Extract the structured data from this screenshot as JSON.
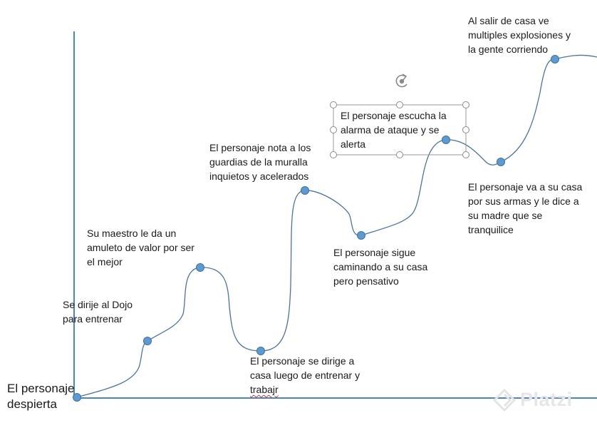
{
  "diagram": {
    "start_label": [
      "El personaje",
      "despierta"
    ],
    "events": [
      {
        "lines": [
          "Se dirije al Dojo",
          "para entrenar"
        ]
      },
      {
        "lines": [
          "Su maestro le da un",
          "amuleto de valor por ser",
          "el mejor"
        ]
      },
      {
        "lines": [
          "El personaje se dirige a",
          "casa luego de entrenar y",
          "trabajr"
        ]
      },
      {
        "lines": [
          "El personaje nota a los",
          "guardias de la muralla",
          "inquietos y acelerados"
        ]
      },
      {
        "lines": [
          "El personaje sigue",
          "caminando a su casa",
          "pero pensativo"
        ]
      },
      {
        "lines": [
          "El personaje escucha la",
          "alarma de ataque y se",
          "alerta"
        ]
      },
      {
        "lines": [
          "El personaje va a su casa",
          "por sus armas y le dice a",
          "su madre que se",
          "tranquilice"
        ]
      },
      {
        "lines": [
          "Al salir de casa ve",
          "multiples explosiones y",
          "la gente corriendo"
        ]
      }
    ],
    "colors": {
      "axis": "#4a86c5",
      "curve": "#4a73a8",
      "point": "#5b9bd5",
      "point_stroke": "#41719c",
      "selection": "#9a9a9a"
    },
    "watermark": "Platzi",
    "watermark_icon": "platzi-logo-icon",
    "selection_icon": "rotate-handle-icon"
  }
}
